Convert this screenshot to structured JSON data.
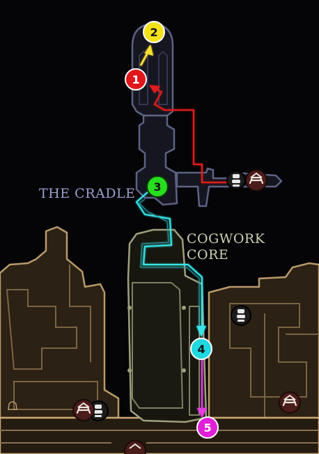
{
  "map": {
    "areas": [
      {
        "id": "cradle",
        "name": "THE CRADLE"
      },
      {
        "id": "cogwork",
        "name_line1": "COGWORK",
        "name_line2": "CORE"
      }
    ],
    "colors": {
      "cradle_outline": "#5d6286",
      "cradle_fill": "#15161f",
      "cogwork_outline": "#9ea07d",
      "cogwork_fill": "#17170f",
      "lower_outline": "#b99a6a",
      "lower_fill": "#2b2114",
      "route_1_to_2": "#ffe033",
      "route_red": "#e01b1b",
      "route_3_to_4": "#35e5e8",
      "route_4_to_5": "#e53ee3"
    },
    "waypoints": [
      {
        "label": "1",
        "color": "#e0161b",
        "text_color": "#ffffff"
      },
      {
        "label": "2",
        "color": "#f2e21c",
        "text_color": "#111111"
      },
      {
        "label": "3",
        "color": "#27dd1f",
        "text_color": "#111111"
      },
      {
        "label": "4",
        "color": "#1fd8e0",
        "text_color": "#111111"
      },
      {
        "label": "5",
        "color": "#e21fd8",
        "text_color": "#ffffff"
      }
    ],
    "markers": [
      {
        "kind": "bench-icon"
      },
      {
        "kind": "rest-icon"
      },
      {
        "kind": "rest-icon"
      },
      {
        "kind": "bench-icon"
      },
      {
        "kind": "rest-icon"
      },
      {
        "kind": "bench-icon"
      },
      {
        "kind": "bench-icon"
      }
    ]
  }
}
